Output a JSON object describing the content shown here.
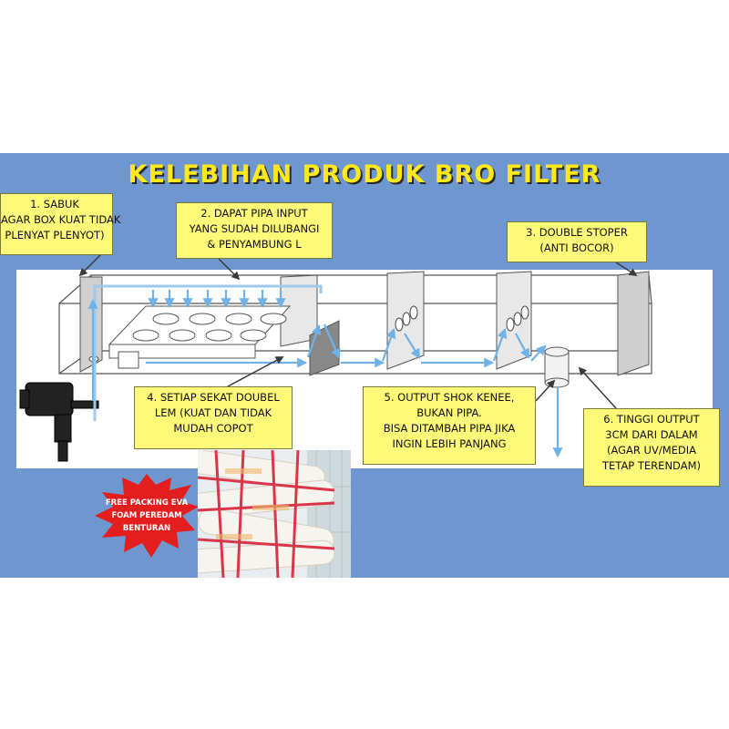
{
  "title": "KELEBIHAN PRODUK BRO FILTER",
  "notes": {
    "n1": [
      "1. SABUK",
      "AGAR BOX KUAT TIDAK",
      "PLENYAT PLENYOT)"
    ],
    "n2": [
      "2. DAPAT PIPA INPUT",
      "YANG SUDAH DILUBANGI",
      "& PENYAMBUNG L"
    ],
    "n3": [
      "3. DOUBLE STOPER",
      "(ANTI BOCOR)"
    ],
    "n4": [
      "4. SETIAP SEKAT DOUBEL",
      "LEM (KUAT DAN TIDAK",
      "MUDAH COPOT"
    ],
    "n5": [
      "5. OUTPUT SHOK KENEE,",
      "BUKAN PIPA.",
      "BISA DITAMBAH PIPA JIKA",
      "INGIN LEBIH PANJANG"
    ],
    "n6": [
      "6. TINGGI OUTPUT",
      "3CM DARI DALAM",
      "(AGAR UV/MEDIA",
      "TETAP TERENDAM)"
    ]
  },
  "badge": [
    "FREE PACKING EVA",
    "FOAM PEREDAM",
    "BENTURAN"
  ],
  "colors": {
    "panel": "#6e97d0",
    "title": "#ffe81a",
    "note_fill": "#fff97a",
    "flow_arrow": "#6fb2e8",
    "badge": "#e41e1e"
  },
  "icons": [
    "pump-icon",
    "flow-arrow",
    "star-burst"
  ]
}
